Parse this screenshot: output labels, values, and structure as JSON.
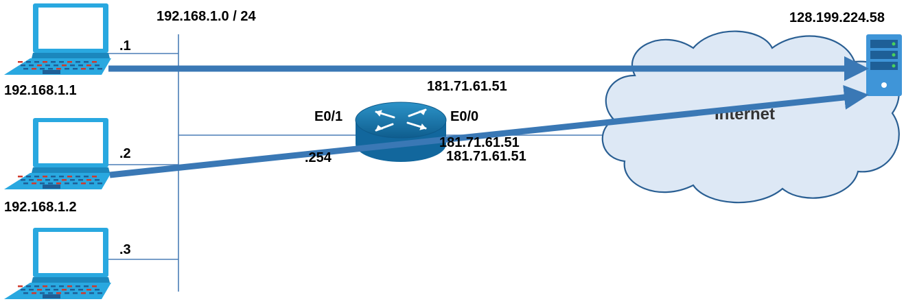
{
  "subnet": {
    "label": "192.168.1.0 / 24"
  },
  "hosts": [
    {
      "name": "192.168.1.1",
      "port_suffix": ".1"
    },
    {
      "name": "192.168.1.2",
      "port_suffix": ".2"
    },
    {
      "name": "",
      "port_suffix": ".3"
    }
  ],
  "router": {
    "inside_interface": "E0/1",
    "outside_interface": "E0/0",
    "inside_suffix": ".254",
    "outside_ip_labels": [
      "181.71.61.51",
      "181.71.61.51",
      "181.71.61.51"
    ]
  },
  "cloud": {
    "label": "Internet"
  },
  "server": {
    "ip": "128.199.224.58"
  },
  "colors": {
    "laptop_body": "#29a8e0",
    "laptop_screen": "#ffffff",
    "laptop_keys_red": "#d0392b",
    "router_body": "#1f7fb3",
    "cloud_fill": "#dde8f5",
    "cloud_stroke": "#2a5f93",
    "arrow": "#3a78b5",
    "network_line": "#4a7db5",
    "server_body": "#3f95d8"
  },
  "icons": [
    "laptop-icon",
    "router-icon",
    "cloud-icon",
    "server-icon"
  ]
}
